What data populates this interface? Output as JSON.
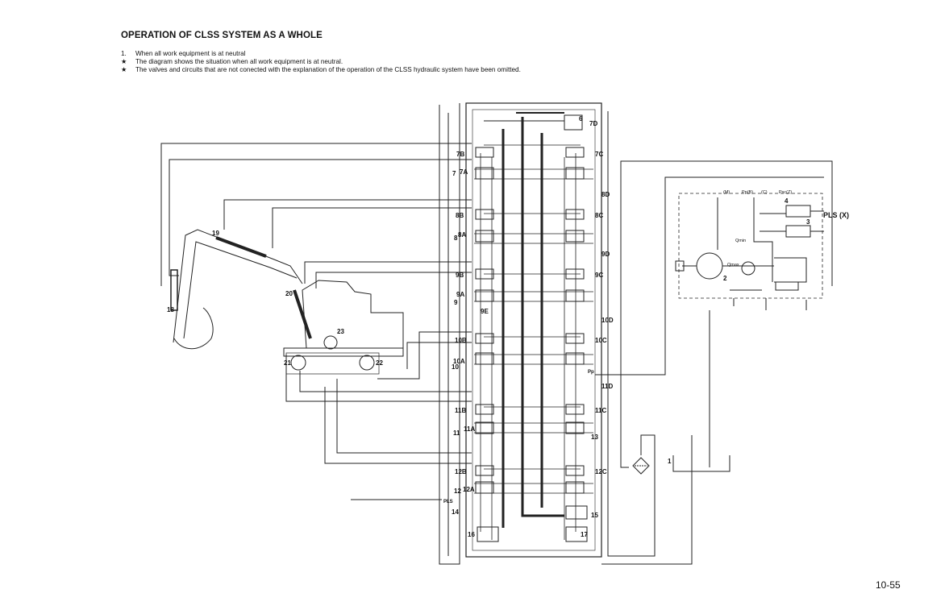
{
  "title": "OPERATION OF CLSS SYSTEM AS A WHOLE",
  "notes": [
    {
      "marker": "1.",
      "text": "When all work equipment is at neutral"
    },
    {
      "marker": "★",
      "text": "The diagram shows the situation when all work equipment is at neutral."
    },
    {
      "marker": "★",
      "text": "The valves and circuits that are not conected with the explanation of the operation of the CLSS hydraulic system have been omitted."
    }
  ],
  "page_number": "10-55",
  "diagram": {
    "valve_labels": [
      "6",
      "7D",
      "7B",
      "7C",
      "7A",
      "7",
      "8D",
      "8B",
      "8C",
      "8A",
      "8",
      "9D",
      "9B",
      "9C",
      "9A",
      "9",
      "9E",
      "10D",
      "10B",
      "10C",
      "10A",
      "10",
      "11D",
      "11B",
      "11C",
      "11A",
      "11",
      "12B",
      "12C",
      "12A",
      "12",
      "13",
      "14",
      "15",
      "16",
      "17"
    ],
    "component_labels": [
      "18",
      "19",
      "20",
      "21",
      "22",
      "23",
      "1",
      "2",
      "3",
      "4"
    ],
    "pump_labels": [
      "PLS (X)",
      "PLS",
      "Pp",
      "(M)",
      "Pp(B)",
      "(C)",
      "Psc(Z)",
      "Qmin",
      "Qmax"
    ]
  }
}
